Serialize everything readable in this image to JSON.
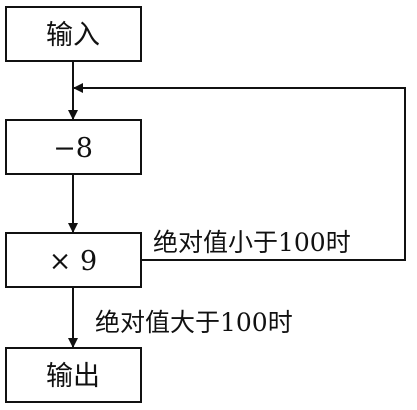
{
  "flowchart": {
    "input_box": {
      "label": "输入"
    },
    "subtract_box": {
      "label": "−8"
    },
    "multiply_box": {
      "label": "× 9"
    },
    "output_box": {
      "label": "输出"
    },
    "loop_condition": {
      "label": "绝对值小于100时"
    },
    "exit_condition": {
      "label": "绝对值大于100时"
    }
  }
}
